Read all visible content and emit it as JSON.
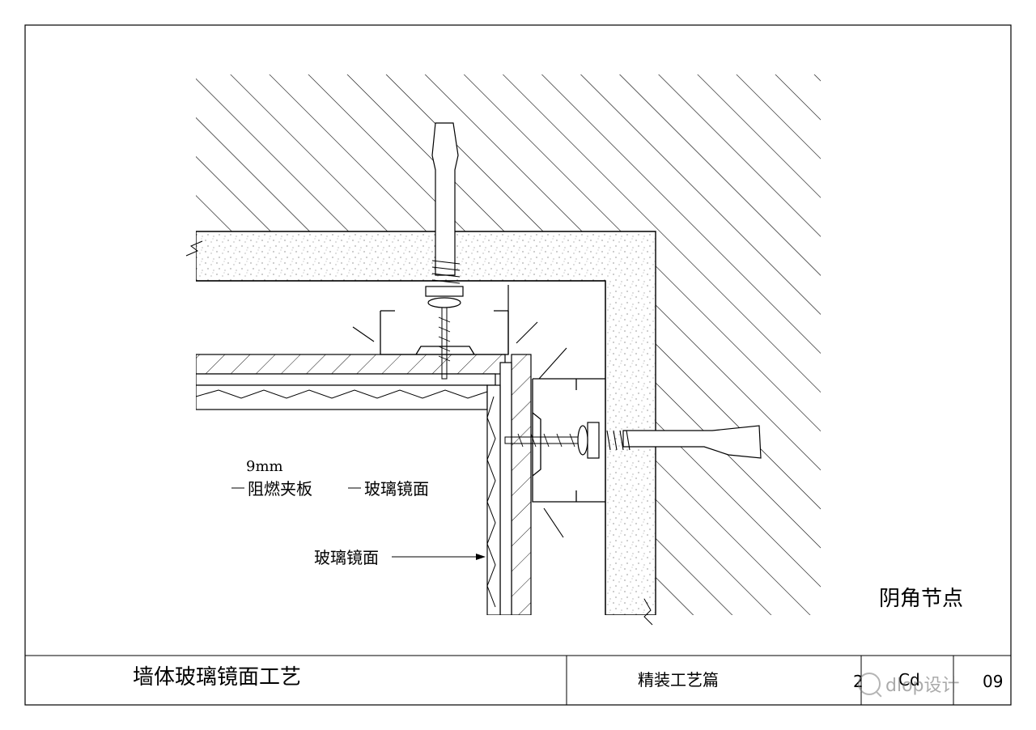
{
  "drawing": {
    "board_thickness": "9mm",
    "labels": {
      "fire_board": "阻燃夹板",
      "glass_mirror_top": "玻璃镜面",
      "glass_mirror_side": "玻璃镜面"
    },
    "detail_title": "阴角节点"
  },
  "title_block": {
    "title": "墙体玻璃镜面工艺",
    "category": "精装工艺篇",
    "code_partial": "2",
    "sheet_code": "Cd",
    "sheet_number": "09"
  },
  "watermark": {
    "icon": "chat-bubble-icon",
    "text": "dlop设计"
  },
  "colors": {
    "line": "#000000",
    "background": "#ffffff",
    "watermark": "#777777"
  }
}
